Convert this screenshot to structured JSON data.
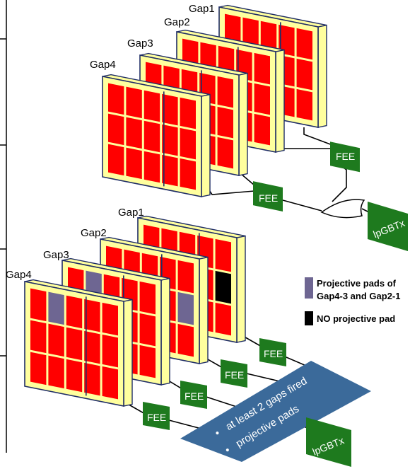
{
  "colors": {
    "pad": "#ff0000",
    "frame": "#ffff9e",
    "outline": "#1f2d66",
    "fee_box": "#1e7a1e",
    "projective_pad": "#6e6692",
    "no_projective_pad": "#000000",
    "note_panel": "#3b6a9a",
    "wire": "#000000"
  },
  "top_diagram": {
    "gap_labels": [
      "Gap1",
      "Gap2",
      "Gap3",
      "Gap4"
    ],
    "fee_labels": [
      "FEE",
      "FEE"
    ],
    "ipgbtx_label": "lpGBTx",
    "gate_icon": "or-gate-icon"
  },
  "bottom_diagram": {
    "gap_labels": [
      "Gap1",
      "Gap2",
      "Gap3",
      "Gap4"
    ],
    "fee_labels": [
      "FEE",
      "FEE",
      "FEE",
      "FEE"
    ],
    "ipgbtx_label": "lpGBTx",
    "notes": [
      "at least 2 gaps fired",
      "projective pads"
    ]
  },
  "legend": {
    "projective_line1": "Projective pads of",
    "projective_line2": "Gap4-3 and Gap2-1",
    "no_projective": "NO projective pad"
  }
}
